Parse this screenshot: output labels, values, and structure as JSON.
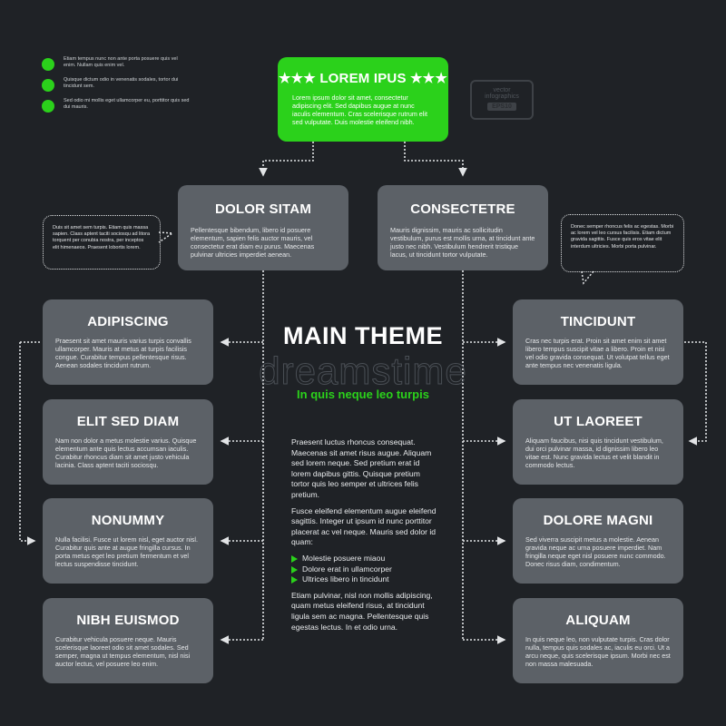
{
  "legend": [
    {
      "text": "Etiam tempus nunc non ante porta posuere quis vel enim. Nullam quis enim vel."
    },
    {
      "text": "Quisque dictum odio in venenatis sodales, tortor dui tincidunt sem."
    },
    {
      "text": "Sed odio mi mollis eget ullamcorper eu, porttitor quis sed dui mauris."
    }
  ],
  "top_box": {
    "title": "★★★  LOREM IPUS  ★★★",
    "body": "Lorem ipsum dolor sit amet, consectetur adipiscing elit. Sed dapibus augue at nunc iaculis elementum. Cras scelerisque rutrum elit sed vulputate. Duis molestie eleifend nibh."
  },
  "stamp": {
    "line1": "vector",
    "line2": "infographics",
    "badge": "EPS10"
  },
  "mid_left": {
    "title": "DOLOR SITAM",
    "body": "Pellentesque bibendum, libero id posuere elementum, sapien felis auctor mauris, vel consectetur erat diam eu purus. Maecenas pulvinar ultricies imperdiet aenean."
  },
  "mid_right": {
    "title": "CONSECTETRE",
    "body": "Mauris dignissim, mauris ac sollicitudin vestibulum, purus est mollis urna, at tincidunt ante justo nec nibh. Vestibulum hendrerit tristique lacus, ut tincidunt tortor vulputate."
  },
  "bubble_left": {
    "text": "Duis sit amet sem turpis. Etiam quis massa sapien. Class aptent taciti sociosqu ad litora torquent per conubia nostra, per inceptos elit himenaeos. Praesent lobortis lorem."
  },
  "bubble_right": {
    "text": "Donec semper rhoncus felis ac egestas. Morbi ac lorem vel leo cursus facilisis. Etiam dictum gravida sagittis. Fusce quis eros vitae elit interdum ultricies. Morbi porta pulvinar."
  },
  "left_boxes": [
    {
      "title": "ADIPISCING",
      "body": "Praesent sit amet mauris varius turpis convallis ullamcorper. Mauris at metus at turpis facilisis congue. Curabitur tempus pellentesque risus. Aenean sodales tincidunt rutrum."
    },
    {
      "title": "ELIT SED DIAM",
      "body": "Nam non dolor a metus molestie varius. Quisque elementum ante quis lectus accumsan iaculis. Curabitur rhoncus diam sit amet justo vehicula lacinia. Class aptent taciti sociosqu."
    },
    {
      "title": "NONUMMY",
      "body": "Nulla facilisi. Fusce ut lorem nisl, eget auctor nisl. Curabitur quis ante at augue fringilla cursus. In porta metus eget leo pretium fermentum et vel lectus suspendisse tincidunt."
    },
    {
      "title": "NIBH EUISMOD",
      "body": "Curabitur vehicula posuere neque. Mauris scelerisque laoreet odio sit amet sodales. Sed semper, magna ut tempus elementum, nisl nisi auctor lectus, vel posuere leo enim."
    }
  ],
  "right_boxes": [
    {
      "title": "TINCIDUNT",
      "body": "Cras nec turpis erat. Proin sit amet enim sit amet libero tempus suscipit vitae a libero. Proin et nisi vel odio gravida consequat. Ut volutpat tellus eget ante tempus nec venenatis ligula."
    },
    {
      "title": "UT LAOREET",
      "body": "Aliquam faucibus, nisi quis tincidunt vestibulum, dui orci pulvinar massa, id dignissim libero leo vitae est. Nunc gravida lectus et velit blandit in commodo lectus."
    },
    {
      "title": "DOLORE MAGNI",
      "body": "Sed viverra suscipit metus a molestie. Aenean gravida neque ac urna posuere imperdiet. Nam fringilla neque eget nisl posuere nunc commodo. Donec risus diam, condimentum."
    },
    {
      "title": "ALIQUAM",
      "body": "In quis neque leo, non vulputate turpis. Cras dolor nulla, tempus quis sodales ac, iaculis eu orci. Ut a arcu neque, quis scelerisque ipsum. Morbi nec est non massa malesuada."
    }
  ],
  "center": {
    "title": "MAIN THEME",
    "watermark": "dreamstime",
    "subtitle": "In quis neque leo turpis",
    "para1": "Praesent luctus rhoncus consequat. Maecenas sit amet risus augue. Aliquam sed lorem neque. Sed pretium erat id lorem dapibus gittis. Quisque pretium tortor quis leo semper et ultrices felis pretium.",
    "para2": "Fusce eleifend elementum augue eleifend sagittis. Integer ut ipsum id nunc porttitor placerat ac vel neque. Mauris sed dolor id quam:",
    "bullets": [
      "Molestie posuere miaou",
      "Dolore erat in ullamcorper",
      "Ultrices libero in tincidunt"
    ],
    "para3": "Etiam pulvinar, nisl non mollis adipiscing, quam metus eleifend risus, at tincidunt ligula sem ac magna. Pellentesque quis egestas lectus. In et odio urna."
  },
  "colors": {
    "background": "#1f2226",
    "box": "#5c6167",
    "accent": "#2bd11b",
    "text": "#ffffff"
  }
}
